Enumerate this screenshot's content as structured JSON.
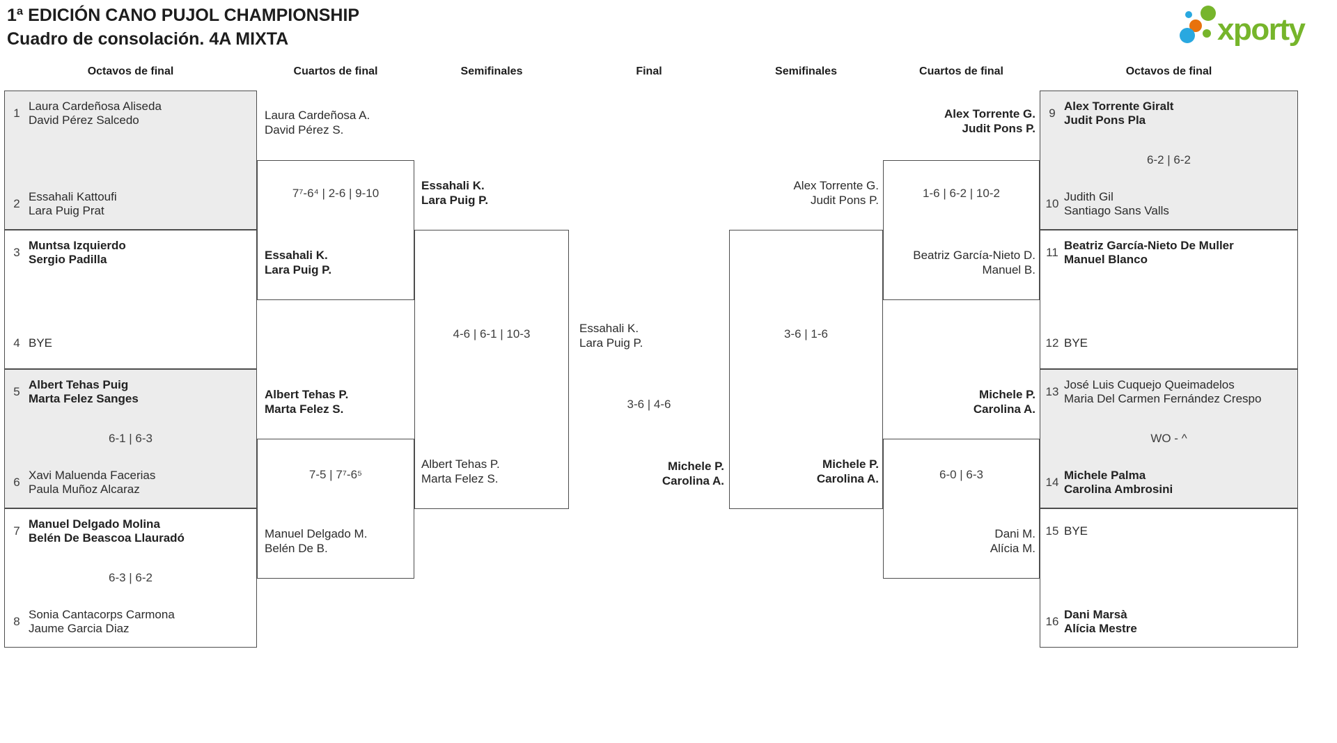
{
  "title": {
    "line1": "1ª EDICIÓN CANO PUJOL CHAMPIONSHIP",
    "line2": "Cuadro de consolación. 4A MIXTA"
  },
  "logo": {
    "text": "xporty"
  },
  "colors": {
    "accent_green": "#76b52b",
    "accent_blue": "#29a8e0",
    "accent_orange": "#e8720c",
    "box_gray": "#ececec",
    "line": "#4d4d4d"
  },
  "round_headers": [
    "Octavos de final",
    "Cuartos de final",
    "Semifinales",
    "Final",
    "Semifinales",
    "Cuartos de final",
    "Octavos de final"
  ],
  "octavos_left": [
    {
      "score": "",
      "top": {
        "seed": "1",
        "line1": "Laura Cardeñosa Aliseda",
        "line2": "David Pérez Salcedo"
      },
      "bottom": {
        "seed": "2",
        "line1": "Essahali Kattoufi",
        "line2": "Lara Puig Prat"
      }
    },
    {
      "score": "",
      "top": {
        "seed": "3",
        "line1": "Muntsa Izquierdo",
        "line2": "Sergio Padilla"
      },
      "bottom": {
        "seed": "4",
        "line1": "BYE",
        "line2": ""
      }
    },
    {
      "score": "6-1 | 6-3",
      "top": {
        "seed": "5",
        "line1": "Albert Tehas Puig",
        "line2": "Marta Felez Sanges"
      },
      "bottom": {
        "seed": "6",
        "line1": "Xavi Maluenda Facerias",
        "line2": "Paula Muñoz Alcaraz"
      }
    },
    {
      "score": "6-3 | 6-2",
      "top": {
        "seed": "7",
        "line1": "Manuel Delgado Molina",
        "line2": "Belén De Beascoa Llauradó"
      },
      "bottom": {
        "seed": "8",
        "line1": "Sonia Cantacorps Carmona",
        "line2": "Jaume Garcia Diaz"
      }
    }
  ],
  "octavos_right": [
    {
      "score": "6-2 | 6-2",
      "top": {
        "seed": "9",
        "line1": "Alex Torrente Giralt",
        "line2": "Judit Pons Pla"
      },
      "bottom": {
        "seed": "10",
        "line1": "Judith Gil",
        "line2": "Santiago Sans Valls"
      }
    },
    {
      "score": "",
      "top": {
        "seed": "11",
        "line1": "Beatriz García-Nieto De Muller",
        "line2": "Manuel Blanco"
      },
      "bottom": {
        "seed": "12",
        "line1": "BYE",
        "line2": ""
      }
    },
    {
      "score": "WO - ^",
      "top": {
        "seed": "13",
        "line1": "José Luis Cuquejo Queimadelos",
        "line2": "Maria Del Carmen Fernández Crespo"
      },
      "bottom": {
        "seed": "14",
        "line1": "Michele Palma",
        "line2": "Carolina Ambrosini"
      }
    },
    {
      "score": "",
      "top": {
        "seed": "15",
        "line1": "BYE",
        "line2": ""
      },
      "bottom": {
        "seed": "16",
        "line1": "Dani Marsà",
        "line2": "Alícia Mestre"
      }
    }
  ],
  "cuartos_left": [
    {
      "teamA": {
        "line1": "Laura Cardeñosa A.",
        "line2": "David Pérez S."
      },
      "score": "7⁷-6⁴ | 2-6 | 9-10",
      "teamB": {
        "line1": "Essahali K.",
        "line2": "Lara Puig P."
      }
    },
    {
      "teamA": {
        "line1": "Albert Tehas P.",
        "line2": "Marta Felez S."
      },
      "score": "7-5 | 7⁷-6⁵",
      "teamB": {
        "line1": "Manuel Delgado M.",
        "line2": "Belén De B."
      }
    }
  ],
  "semi_left": {
    "teamA": {
      "line1": "Essahali K.",
      "line2": "Lara Puig P."
    },
    "score": "4-6 | 6-1 | 10-3",
    "teamB": {
      "line1": "Albert Tehas P.",
      "line2": "Marta Felez S."
    }
  },
  "final": {
    "teamA": {
      "line1": "Essahali K.",
      "line2": "Lara Puig P."
    },
    "score": "3-6 | 4-6",
    "teamB": {
      "line1": "Michele P.",
      "line2": "Carolina A."
    }
  },
  "semi_right": {
    "teamA": {
      "line1": "Alex Torrente G.",
      "line2": "Judit Pons P."
    },
    "score": "3-6 | 1-6",
    "teamB": {
      "line1": "Michele P.",
      "line2": "Carolina A."
    }
  },
  "cuartos_right": [
    {
      "teamA": {
        "line1": "Alex Torrente G.",
        "line2": "Judit Pons P."
      },
      "score": "1-6 | 6-2 | 10-2",
      "teamB": {
        "line1": "Beatriz García-Nieto D.",
        "line2": "Manuel B."
      }
    },
    {
      "teamA": {
        "line1": "Michele P.",
        "line2": "Carolina A."
      },
      "score": "6-0 | 6-3",
      "teamB": {
        "line1": "Dani M.",
        "line2": "Alícia M."
      }
    }
  ]
}
